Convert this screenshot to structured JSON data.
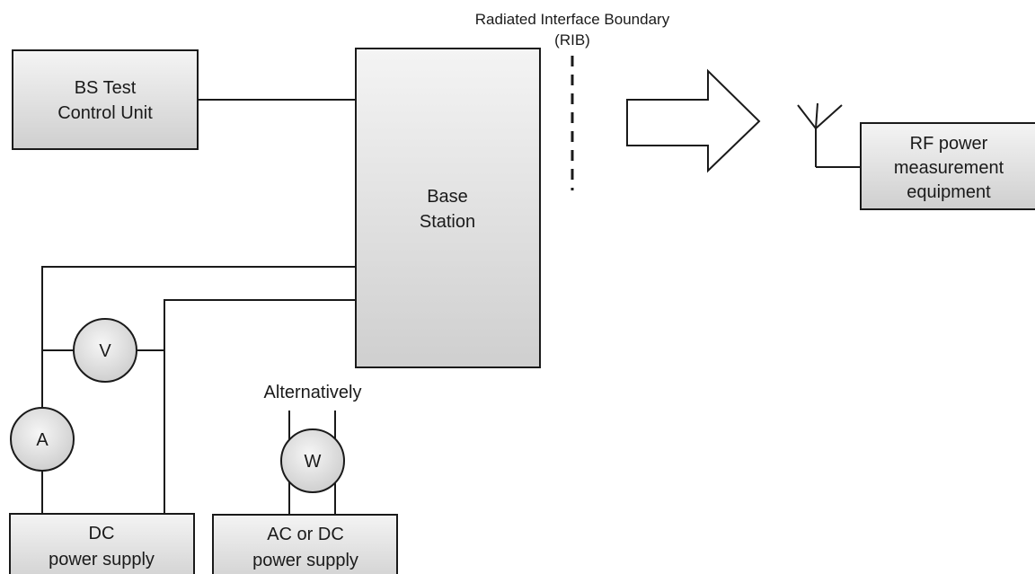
{
  "boundary": {
    "title": "Radiated Interface Boundary",
    "abbr": "(RIB)"
  },
  "blocks": {
    "bs_test_control_unit": [
      "BS Test",
      "Control Unit"
    ],
    "base_station": [
      "Base",
      "Station"
    ],
    "rf_power_measurement": [
      "RF power",
      "measurement",
      "equipment"
    ],
    "dc_power_supply": [
      "DC",
      "power supply"
    ],
    "ac_dc_power_supply": [
      "AC or DC",
      "power supply"
    ]
  },
  "meters": {
    "voltmeter": "V",
    "ammeter": "A",
    "wattmeter": "W"
  },
  "alternative_label": "Alternatively",
  "icons": [
    "arrow-right-icon",
    "antenna-icon"
  ]
}
